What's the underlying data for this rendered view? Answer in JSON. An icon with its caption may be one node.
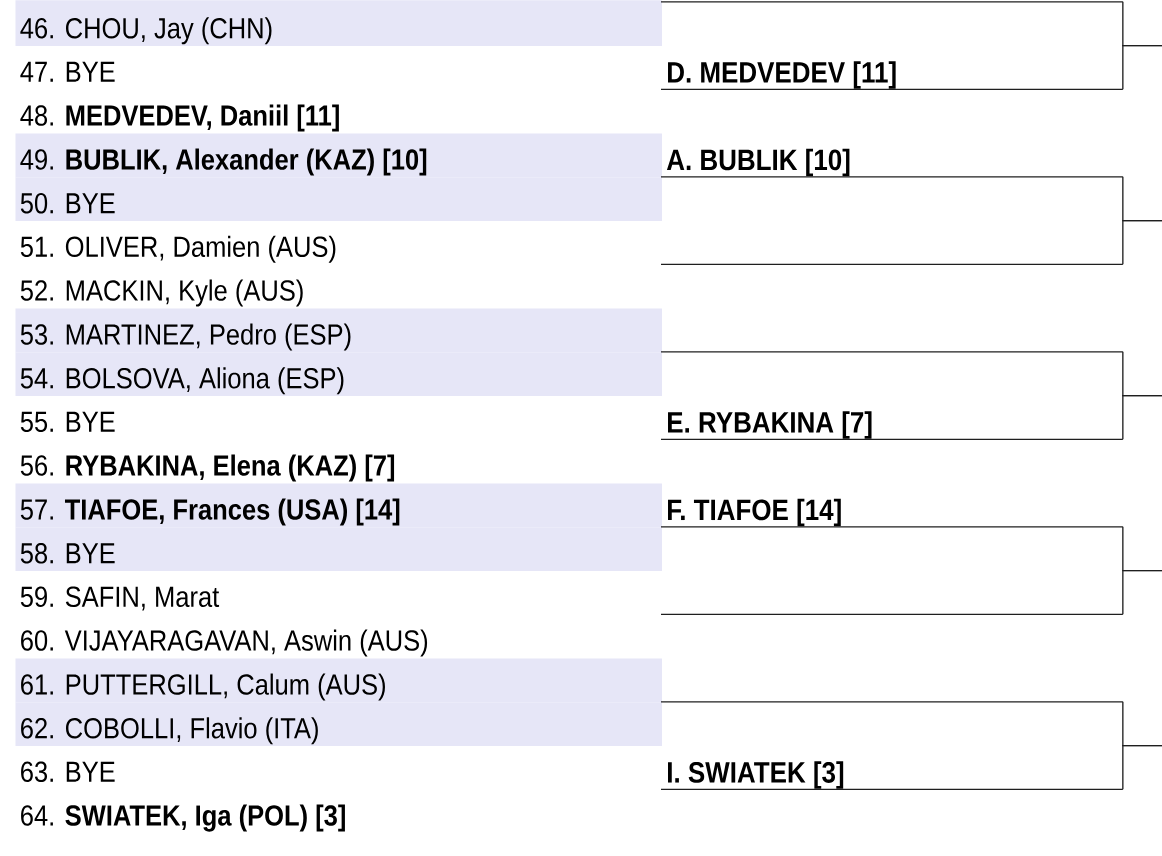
{
  "diagram": {
    "nodes": [
      {
        "text": [
          "46. CHOU, Jay (CHN)"
        ]
      },
      {
        "text": [
          "47. BYE"
        ]
      },
      {
        "text": [
          "48. **MEDVEDEV, Daniil [11]**"
        ]
      },
      {
        "text": [
          "49. **BUBLIK, Alexander (KAZ) [10]**"
        ]
      },
      {
        "text": [
          "50. BYE"
        ]
      },
      {
        "text": [
          "51. OLIVER, Damien (AUS)"
        ]
      },
      {
        "text": [
          "52. MACKIN, Kyle (AUS)"
        ]
      },
      {
        "text": [
          "53. MARTINEZ, Pedro (ESP)"
        ]
      },
      {
        "text": [
          "54. BOLSOVA, Aliona (ESP)"
        ]
      },
      {
        "text": [
          "55. BYE"
        ]
      },
      {
        "text": [
          "56. **RYBAKINA, Elena (KAZ) [7]**"
        ]
      },
      {
        "text": [
          "57. **TIAFOE, Frances (USA) [14]**"
        ]
      },
      {
        "text": [
          "58. BYE"
        ]
      },
      {
        "text": [
          "59. SAFIN, Marat"
        ]
      },
      {
        "text": [
          "60. VIJAYARAGAVAN, Aswin (AUS)"
        ]
      },
      {
        "text": [
          "61. PUTTERGILL, Calum (AUS)"
        ]
      },
      {
        "text": [
          "62. COBOLLI, Flavio (ITA)"
        ]
      },
      {
        "text": [
          "63. BYE"
        ]
      },
      {
        "text": [
          "64. **SWIATEK, Iga (POL) [3]**"
        ]
      },
      {
        "text": [],
        "shape": "line"
      },
      {
        "text": [
          "D. MEDVEDEV [11]"
        ]
      },
      {
        "text": [
          "A. BUBLIK [10]"
        ]
      },
      {
        "text": [],
        "shape": "line"
      },
      {
        "text": [],
        "shape": "line"
      },
      {
        "text": [
          "E. RYBAKINA [7]"
        ]
      },
      {
        "text": [
          "F. TIAFOE [14]"
        ]
      },
      {
        "text": [],
        "shape": "line"
      },
      {
        "text": [],
        "shape": "line"
      },
      {
        "text": [
          "I. SWIATEK [3]"
        ]
      }
    ],
    "edges": [
      {
        "from": 19,
        "to": null,
        "arrow": "none"
      },
      {
        "from": 20,
        "to": null,
        "arrow": "none"
      },
      {
        "from": 21,
        "to": null,
        "arrow": "none"
      },
      {
        "from": 22,
        "to": null,
        "arrow": "none"
      },
      {
        "from": 23,
        "to": null,
        "arrow": "none"
      },
      {
        "from": 24,
        "to": null,
        "arrow": "none"
      },
      {
        "from": 25,
        "to": null,
        "arrow": "none"
      },
      {
        "from": 26,
        "to": null,
        "arrow": "none"
      },
      {
        "from": 27,
        "to": null,
        "arrow": "none"
      },
      {
        "from": 28,
        "to": null,
        "arrow": "none"
      }
    ]
  }
}
